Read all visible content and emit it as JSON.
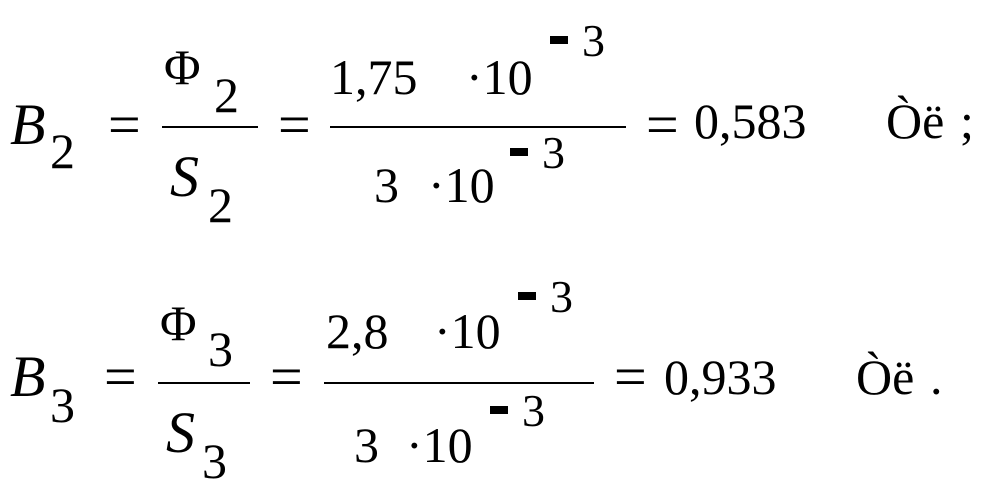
{
  "equation_1": {
    "lhs_var": "B",
    "lhs_sub": "2",
    "eq1": "=",
    "flux": "Φ",
    "flux_sub": "2",
    "area": "S",
    "area_sub": "2",
    "eq2": "=",
    "num_coef": "1,75",
    "num_dot_ten": "·10",
    "num_exp": "3",
    "den_coef": "3",
    "den_dot_ten": "·10",
    "den_exp": "3",
    "eq3": "=",
    "result": "0,583",
    "unit": "Òë",
    "end_punct": ";"
  },
  "equation_2": {
    "lhs_var": "B",
    "lhs_sub": "3",
    "eq1": "=",
    "flux": "Φ",
    "flux_sub": "3",
    "area": "S",
    "area_sub": "3",
    "eq2": "=",
    "num_coef": "2,8",
    "num_dot_ten": "·10",
    "num_exp": "3",
    "den_coef": "3",
    "den_dot_ten": "·10",
    "den_exp": "3",
    "eq3": "=",
    "result": "0,933",
    "unit": "Òë",
    "end_punct": "."
  }
}
